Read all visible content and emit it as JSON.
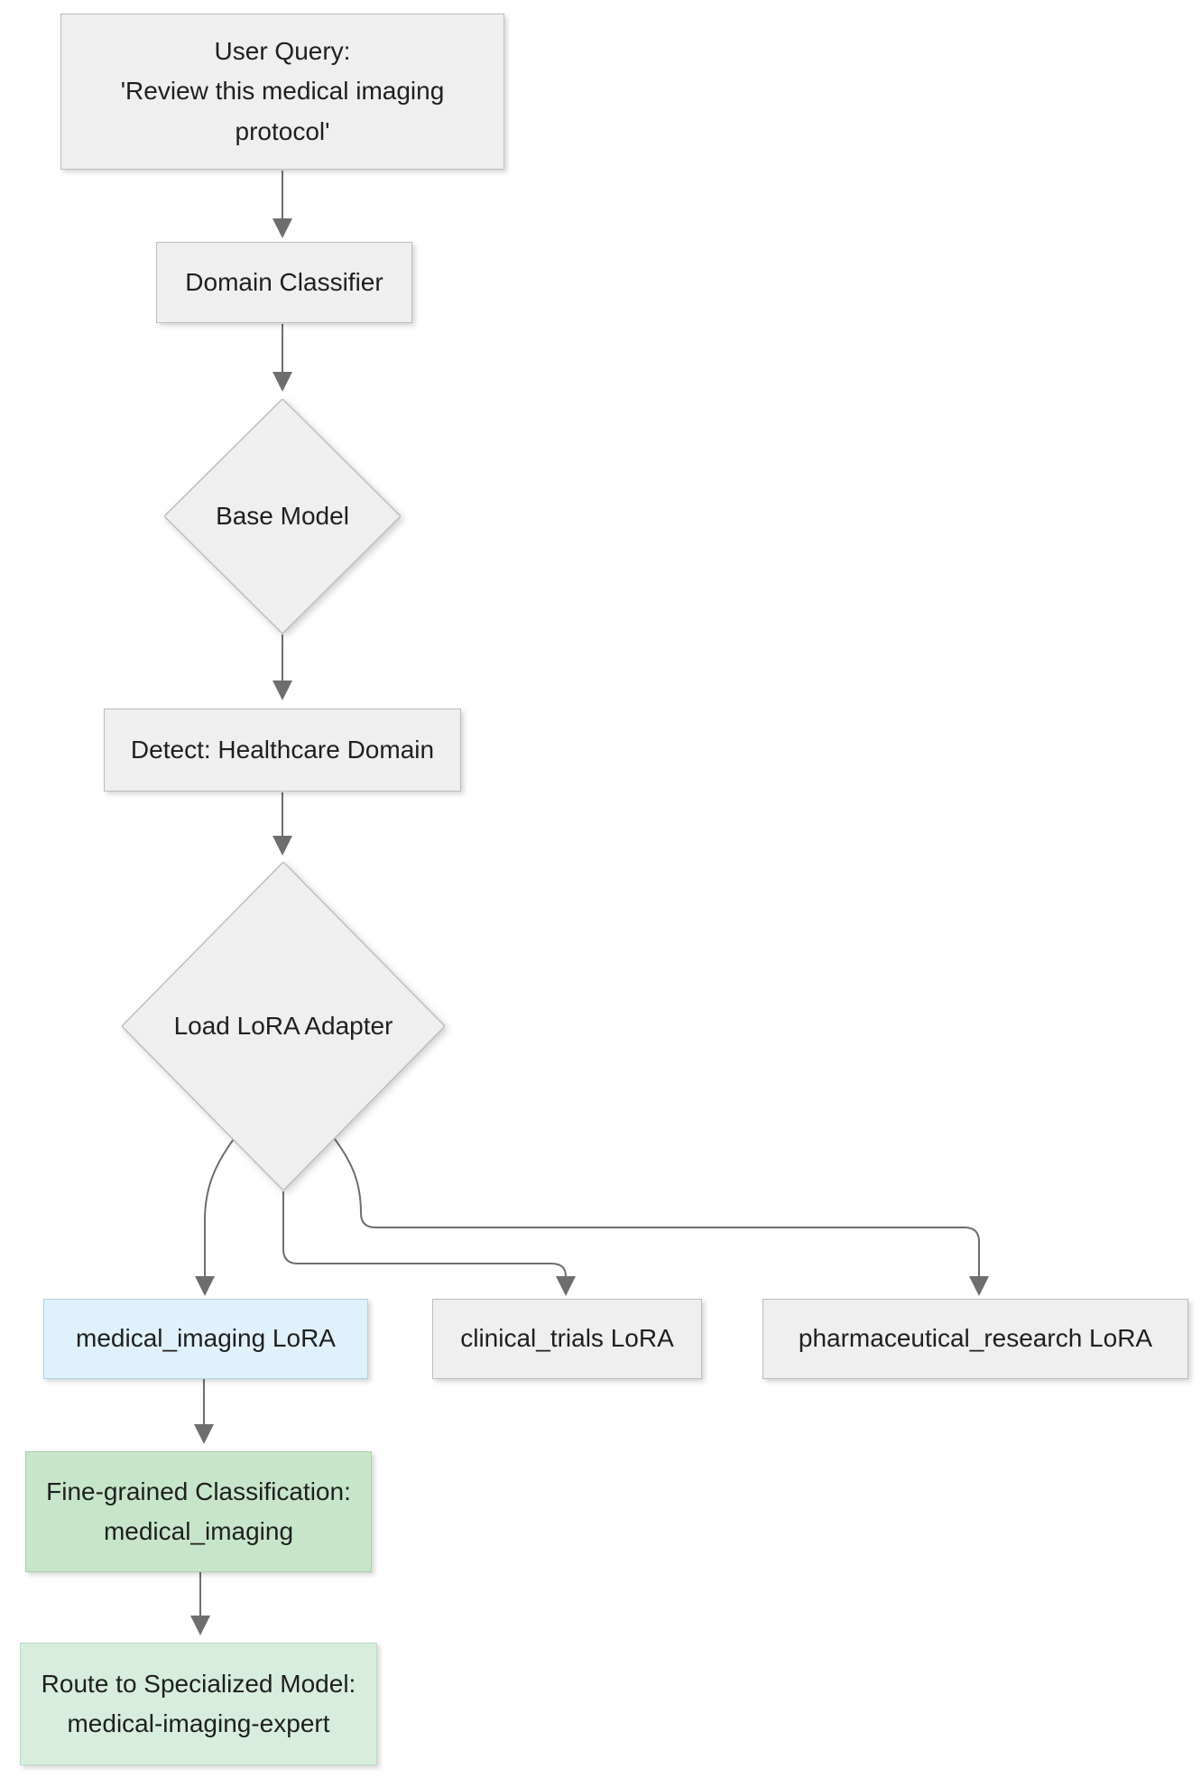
{
  "diagram": {
    "type": "flowchart",
    "direction": "top-down",
    "colors": {
      "background": "#ffffff",
      "node_fill": "#efefef",
      "node_border": "#bcbcbc",
      "highlight_blue_fill": "#dff1fb",
      "highlight_blue_border": "#aed2e3",
      "highlight_green_fill": "#c7e6c9",
      "highlight_green_border": "#a8d2ab",
      "green_light_fill": "#d7eedd",
      "green_light_border": "#b9dcc1",
      "edge_color": "#6e6e6e",
      "text_color": "#1f1f1f"
    },
    "nodes": {
      "user_query": {
        "shape": "rect",
        "lines": [
          "User Query:",
          "'Review this medical imaging",
          "protocol'"
        ]
      },
      "domain_classifier": {
        "shape": "rect",
        "lines": [
          "Domain Classifier"
        ]
      },
      "base_model": {
        "shape": "diamond",
        "lines": [
          "Base Model"
        ]
      },
      "detect_healthcare": {
        "shape": "rect",
        "lines": [
          "Detect: Healthcare Domain"
        ]
      },
      "load_lora": {
        "shape": "diamond",
        "lines": [
          "Load LoRA Adapter"
        ]
      },
      "medical_imaging_lora": {
        "shape": "rect",
        "highlight": "blue",
        "lines": [
          "medical_imaging LoRA"
        ]
      },
      "clinical_trials_lora": {
        "shape": "rect",
        "lines": [
          "clinical_trials LoRA"
        ]
      },
      "pharmaceutical_research_lora": {
        "shape": "rect",
        "lines": [
          "pharmaceutical_research LoRA"
        ]
      },
      "fine_grained_classification": {
        "shape": "rect",
        "highlight": "green",
        "lines": [
          "Fine-grained Classification:",
          "medical_imaging"
        ]
      },
      "route_specialized": {
        "shape": "rect",
        "highlight": "green-light",
        "lines": [
          "Route to Specialized Model:",
          "medical-imaging-expert"
        ]
      }
    },
    "edges": [
      {
        "from": "user_query",
        "to": "domain_classifier"
      },
      {
        "from": "domain_classifier",
        "to": "base_model"
      },
      {
        "from": "base_model",
        "to": "detect_healthcare"
      },
      {
        "from": "detect_healthcare",
        "to": "load_lora"
      },
      {
        "from": "load_lora",
        "to": "medical_imaging_lora"
      },
      {
        "from": "load_lora",
        "to": "clinical_trials_lora"
      },
      {
        "from": "load_lora",
        "to": "pharmaceutical_research_lora"
      },
      {
        "from": "medical_imaging_lora",
        "to": "fine_grained_classification"
      },
      {
        "from": "fine_grained_classification",
        "to": "route_specialized"
      }
    ]
  }
}
